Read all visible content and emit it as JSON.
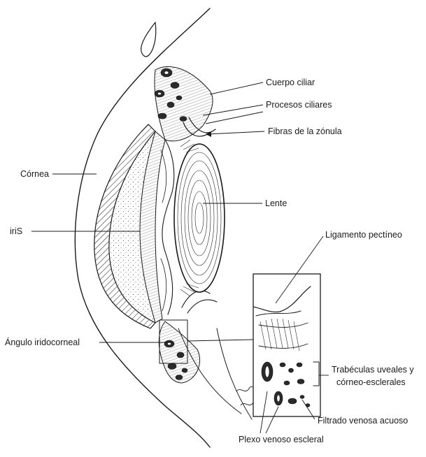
{
  "labels": {
    "cuerpo_ciliar": "Cuerpo ciliar",
    "procesos_ciliares": "Procesos ciliares",
    "fibras_zonula": "Fibras de la zónula",
    "cornea": "Córnea",
    "lente": "Lente",
    "iris": "iriS",
    "ligamento_pectineo": "Ligamento pectíneo",
    "angulo_iridocorneal": "Ángulo iridocorneal",
    "trabeculas_line1": "Trabéculas uveales y",
    "trabeculas_line2": "córneo-esclerales",
    "filtrado": "Filtrado venosa acuoso",
    "plexo": "Plexo venoso escleral"
  },
  "colors": {
    "ink": "#1a1a1a",
    "background": "#ffffff"
  }
}
